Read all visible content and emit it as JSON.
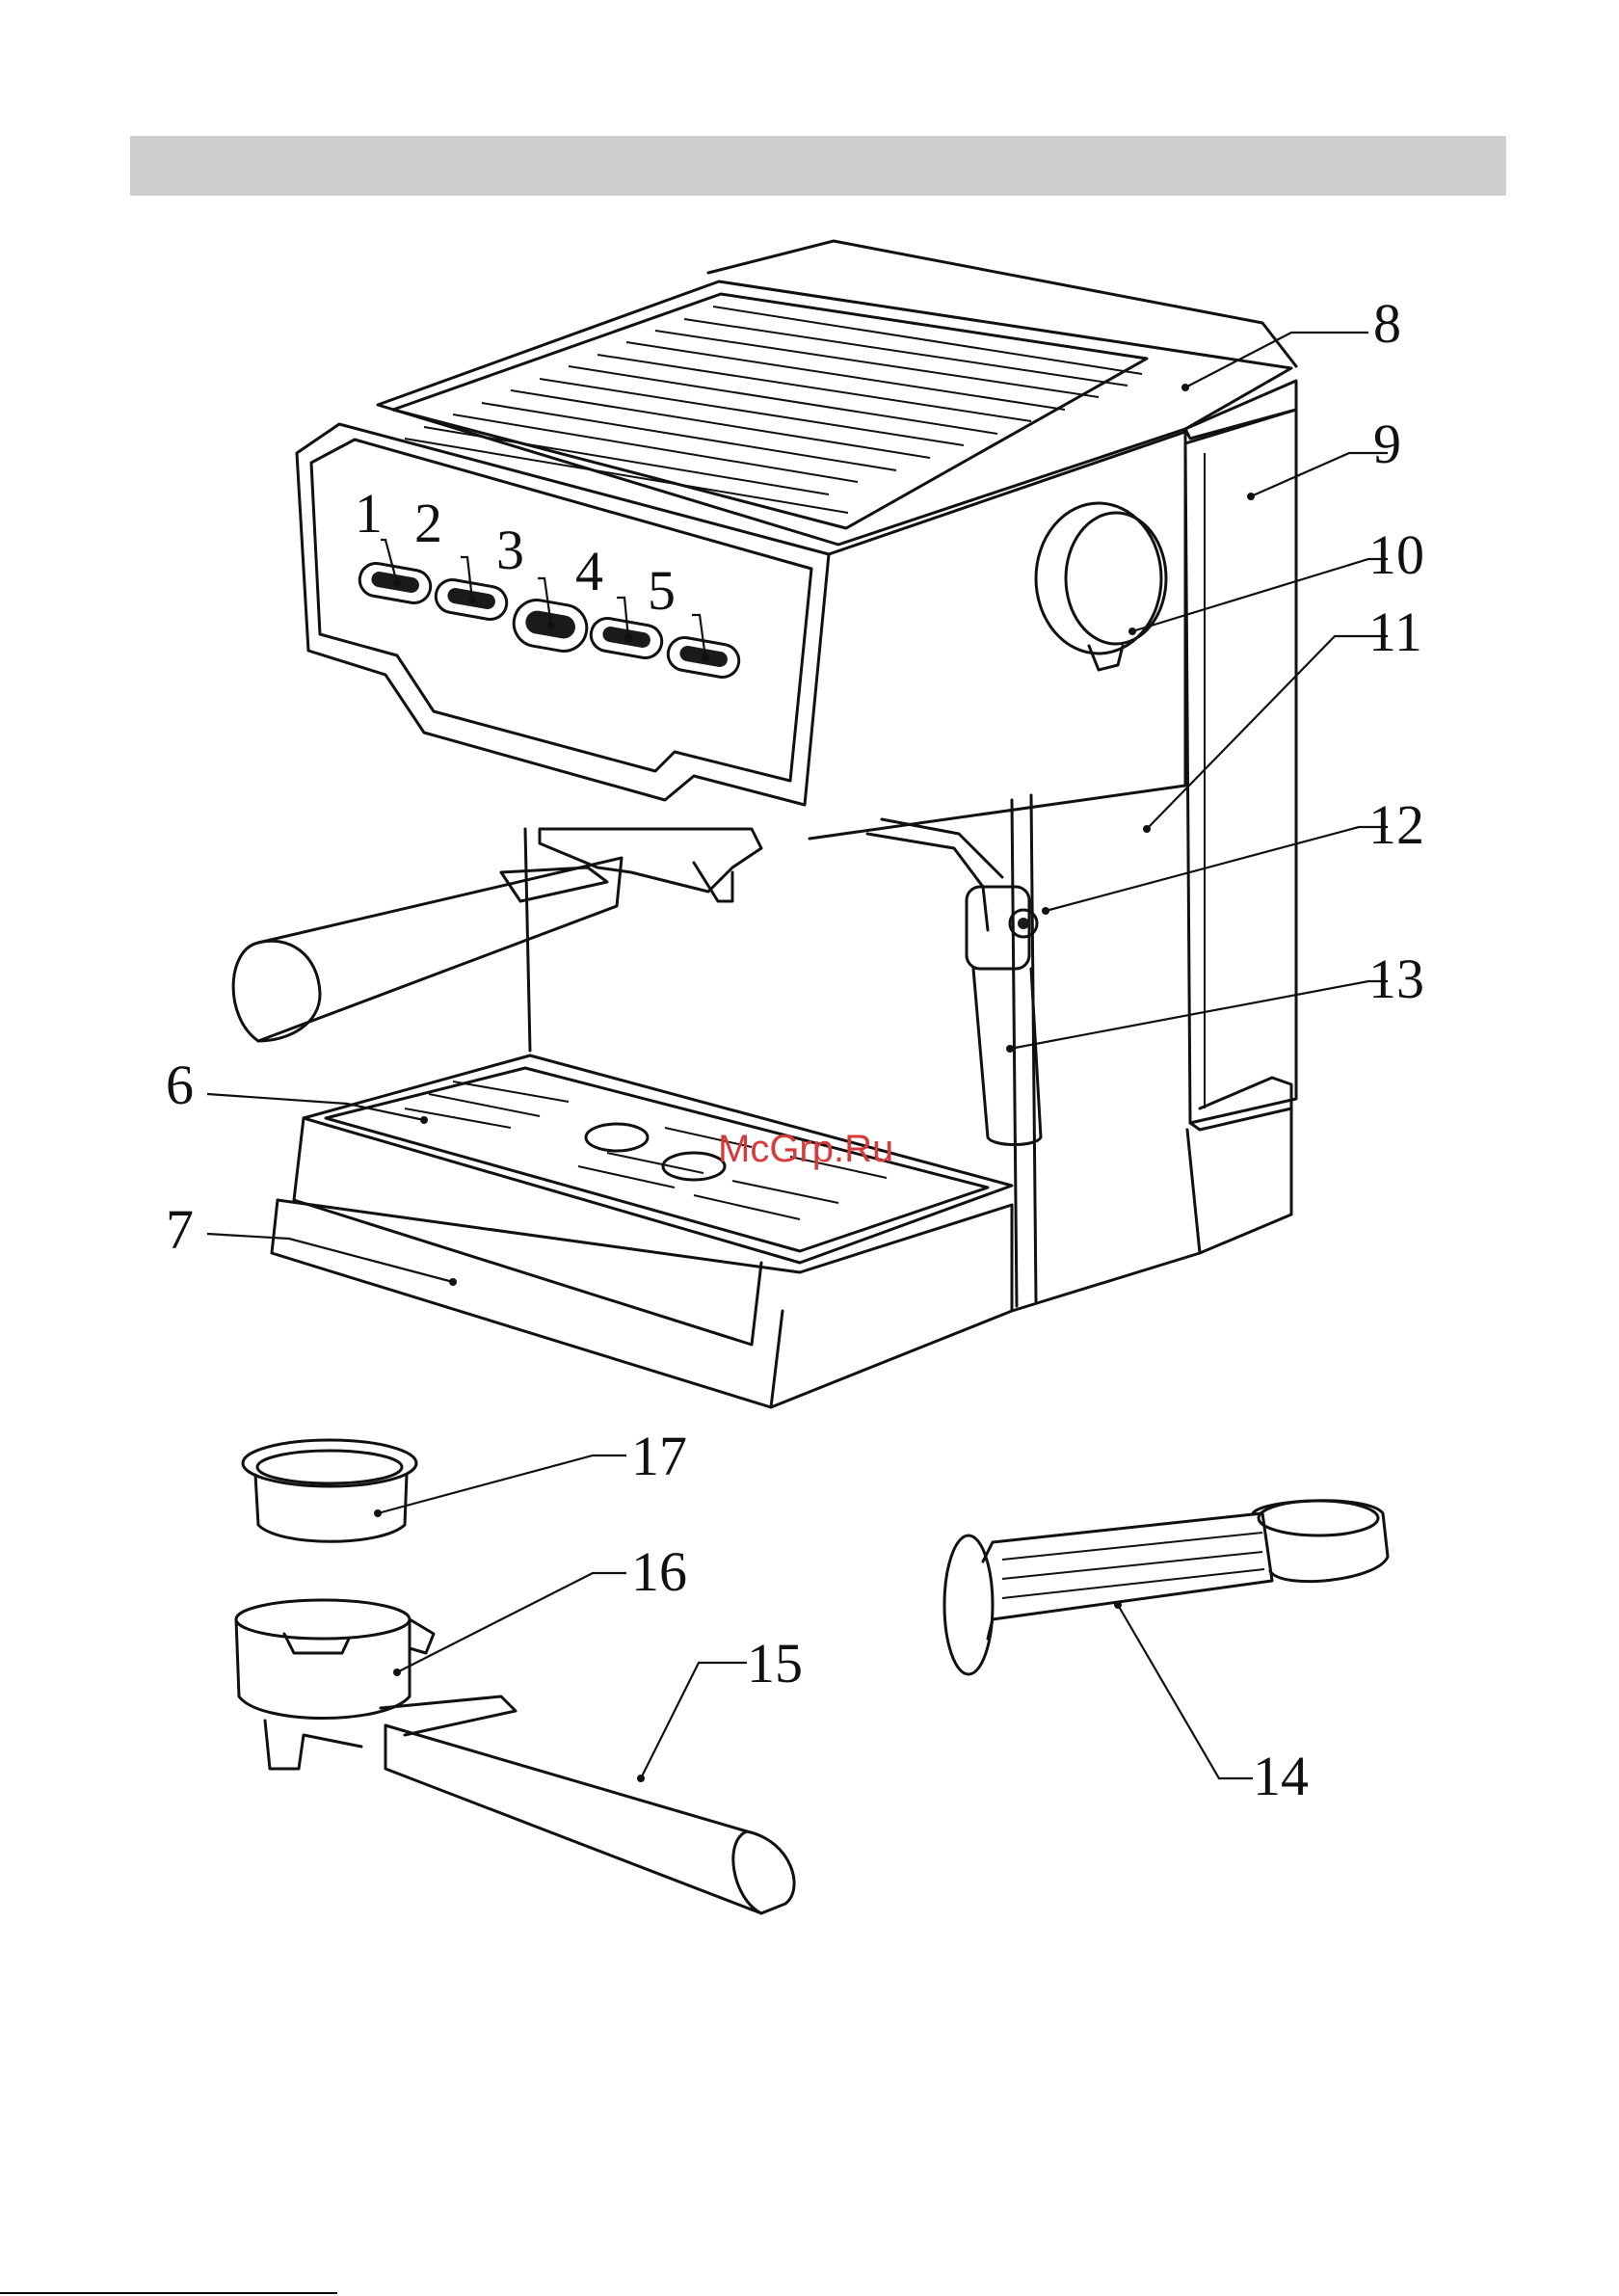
{
  "header_band": {
    "color": "#cfcfcf"
  },
  "watermark": {
    "text": "McGrp.Ru",
    "color": "#d63a3a"
  },
  "callouts": [
    {
      "id": "1",
      "label": "1"
    },
    {
      "id": "2",
      "label": "2"
    },
    {
      "id": "3",
      "label": "3"
    },
    {
      "id": "4",
      "label": "4"
    },
    {
      "id": "5",
      "label": "5"
    },
    {
      "id": "6",
      "label": "6"
    },
    {
      "id": "7",
      "label": "7"
    },
    {
      "id": "8",
      "label": "8"
    },
    {
      "id": "9",
      "label": "9"
    },
    {
      "id": "10",
      "label": "10"
    },
    {
      "id": "11",
      "label": "11"
    },
    {
      "id": "12",
      "label": "12"
    },
    {
      "id": "13",
      "label": "13"
    },
    {
      "id": "14",
      "label": "14"
    },
    {
      "id": "15",
      "label": "15"
    },
    {
      "id": "16",
      "label": "16"
    },
    {
      "id": "17",
      "label": "17"
    }
  ]
}
